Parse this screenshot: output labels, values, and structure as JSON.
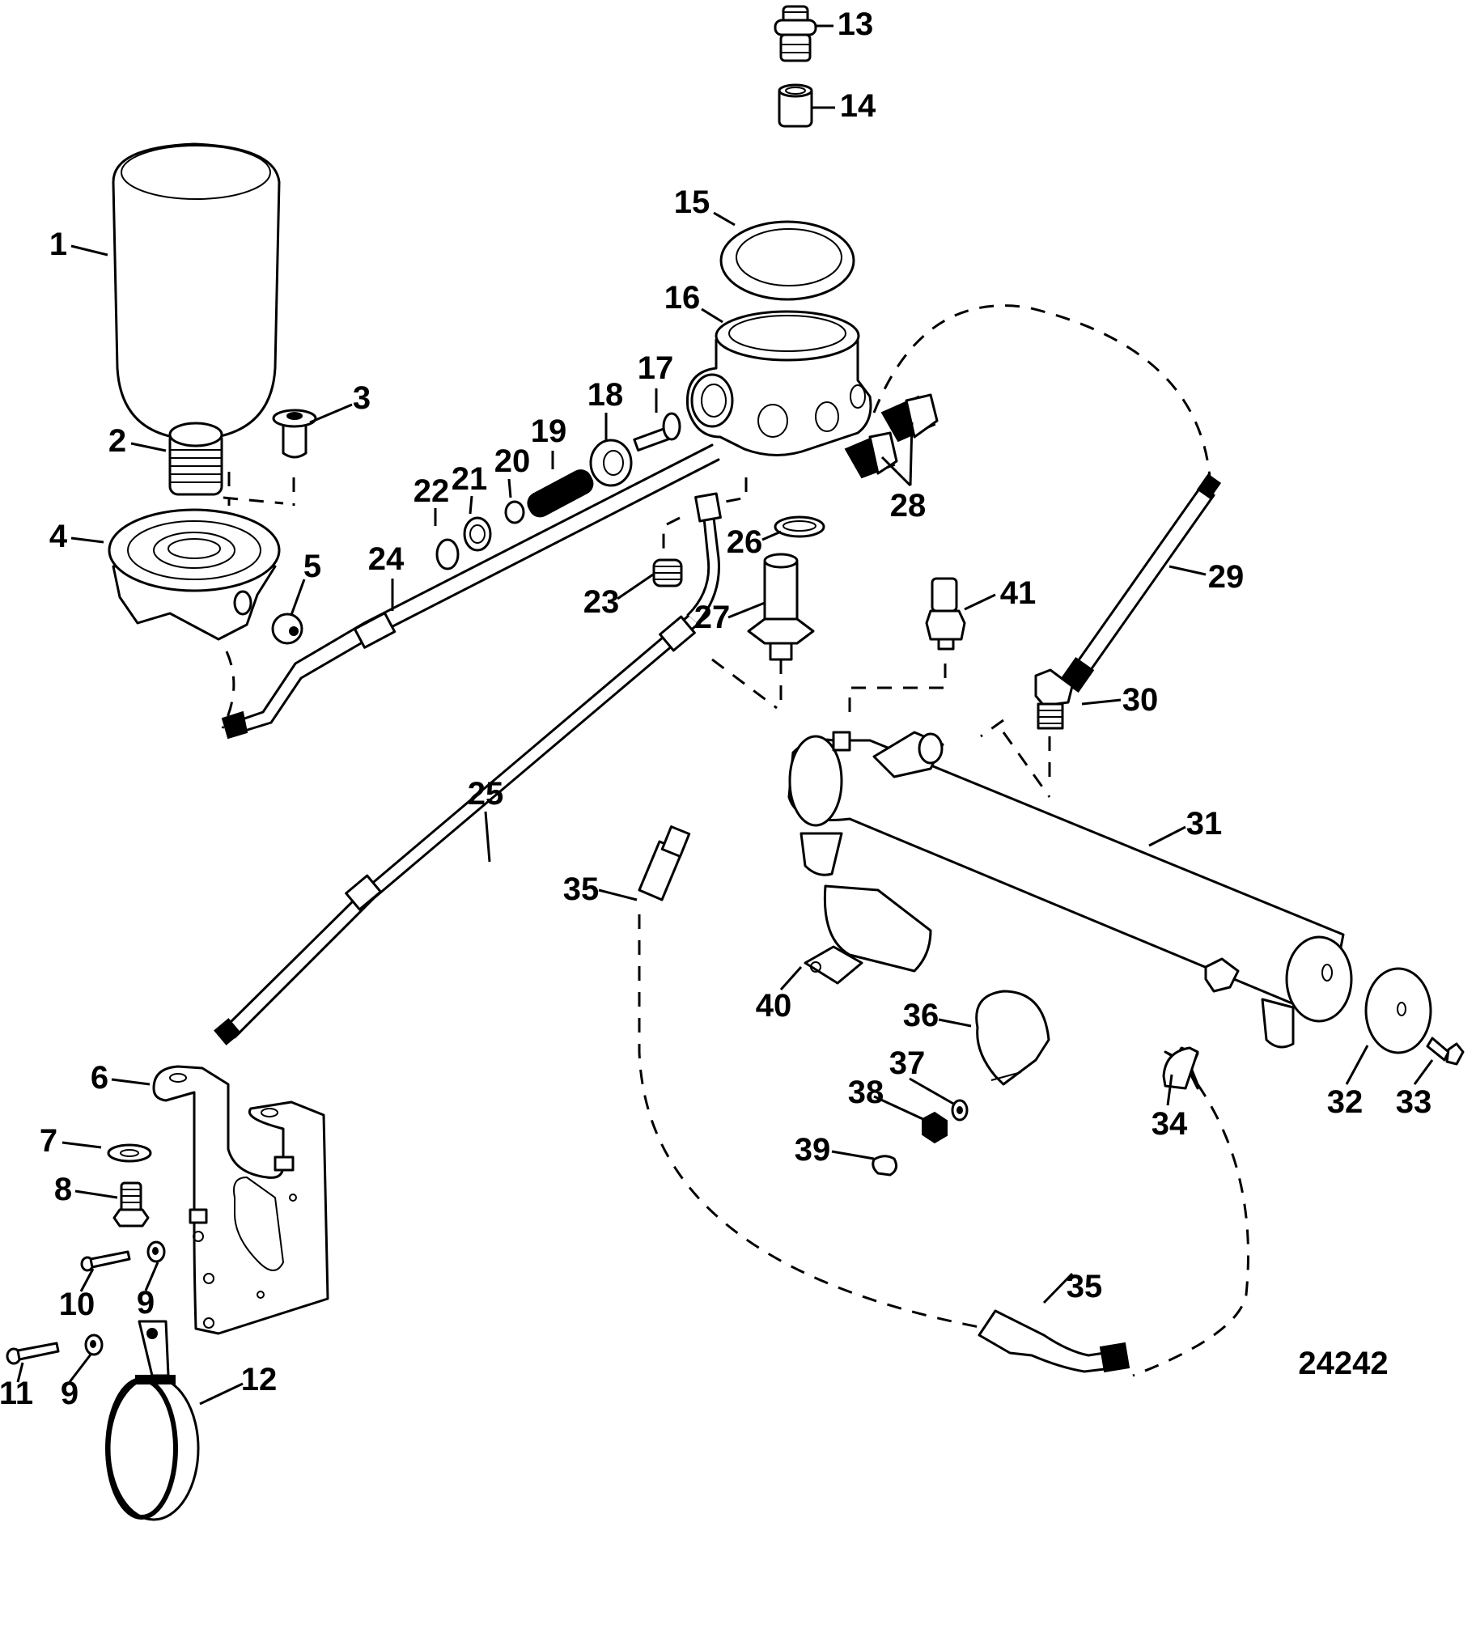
{
  "diagram": {
    "figure_number": "24242",
    "callouts": [
      {
        "id": "1",
        "text": "1",
        "part": "oil-filter"
      },
      {
        "id": "2",
        "text": "2",
        "part": "threaded-nipple"
      },
      {
        "id": "3",
        "text": "3",
        "part": "plug-flanged"
      },
      {
        "id": "4",
        "text": "4",
        "part": "filter-adapter"
      },
      {
        "id": "5",
        "text": "5",
        "part": "pipe-plug"
      },
      {
        "id": "6",
        "text": "6",
        "part": "mounting-bracket"
      },
      {
        "id": "7",
        "text": "7",
        "part": "washer"
      },
      {
        "id": "8",
        "text": "8",
        "part": "bolt-hex"
      },
      {
        "id": "9a",
        "text": "9",
        "part": "washer-small"
      },
      {
        "id": "9b",
        "text": "9",
        "part": "washer-small"
      },
      {
        "id": "10",
        "text": "10",
        "part": "screw"
      },
      {
        "id": "11",
        "text": "11",
        "part": "screw"
      },
      {
        "id": "12",
        "text": "12",
        "part": "clamp-strap"
      },
      {
        "id": "13",
        "text": "13",
        "part": "fitting-adapter"
      },
      {
        "id": "14",
        "text": "14",
        "part": "sleeve"
      },
      {
        "id": "15",
        "text": "15",
        "part": "seal-ring"
      },
      {
        "id": "16",
        "text": "16",
        "part": "housing"
      },
      {
        "id": "17",
        "text": "17",
        "part": "valve"
      },
      {
        "id": "18",
        "text": "18",
        "part": "seal"
      },
      {
        "id": "19",
        "text": "19",
        "part": "spring"
      },
      {
        "id": "20",
        "text": "20",
        "part": "o-ring"
      },
      {
        "id": "21",
        "text": "21",
        "part": "retainer"
      },
      {
        "id": "22",
        "text": "22",
        "part": "snap-ring"
      },
      {
        "id": "23",
        "text": "23",
        "part": "plug"
      },
      {
        "id": "24",
        "text": "24",
        "part": "oil-line"
      },
      {
        "id": "25",
        "text": "25",
        "part": "oil-line-long"
      },
      {
        "id": "26",
        "text": "26",
        "part": "gasket"
      },
      {
        "id": "27",
        "text": "27",
        "part": "fitting"
      },
      {
        "id": "28",
        "text": "28",
        "part": "elbow-fittings"
      },
      {
        "id": "29",
        "text": "29",
        "part": "hose"
      },
      {
        "id": "30",
        "text": "30",
        "part": "elbow"
      },
      {
        "id": "31",
        "text": "31",
        "part": "oil-cooler"
      },
      {
        "id": "32",
        "text": "32",
        "part": "end-cap-gasket"
      },
      {
        "id": "33",
        "text": "33",
        "part": "screw"
      },
      {
        "id": "34",
        "text": "34",
        "part": "elbow-fitting"
      },
      {
        "id": "35a",
        "text": "35",
        "part": "hose-end"
      },
      {
        "id": "35b",
        "text": "35",
        "part": "hose-end"
      },
      {
        "id": "36",
        "text": "36",
        "part": "hose-clamp"
      },
      {
        "id": "37",
        "text": "37",
        "part": "washer"
      },
      {
        "id": "38",
        "text": "38",
        "part": "nut"
      },
      {
        "id": "39",
        "text": "39",
        "part": "cap"
      },
      {
        "id": "40",
        "text": "40",
        "part": "cooler-bracket"
      },
      {
        "id": "41",
        "text": "41",
        "part": "pressure-sender"
      }
    ]
  }
}
